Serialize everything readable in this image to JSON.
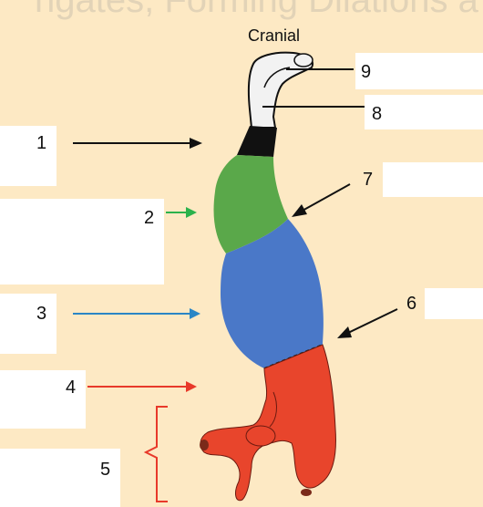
{
  "header": {
    "title_fragment": "ngates, Forming Dilations a"
  },
  "diagram": {
    "cranial_label": "Cranial",
    "labels": [
      "1",
      "2",
      "3",
      "4",
      "5",
      "6",
      "7",
      "8",
      "9"
    ],
    "colors": {
      "background": "#fde9c4",
      "white_segment": "#f2f2f2",
      "black_segment": "#111111",
      "green_segment": "#5aa84a",
      "blue_segment": "#4a78c8",
      "red_segment": "#e8452c",
      "arrow_black": "#111111",
      "arrow_green": "#2bb24c",
      "arrow_blue": "#2a86c6",
      "arrow_red": "#e8392a",
      "bracket": "#e8392a"
    }
  }
}
